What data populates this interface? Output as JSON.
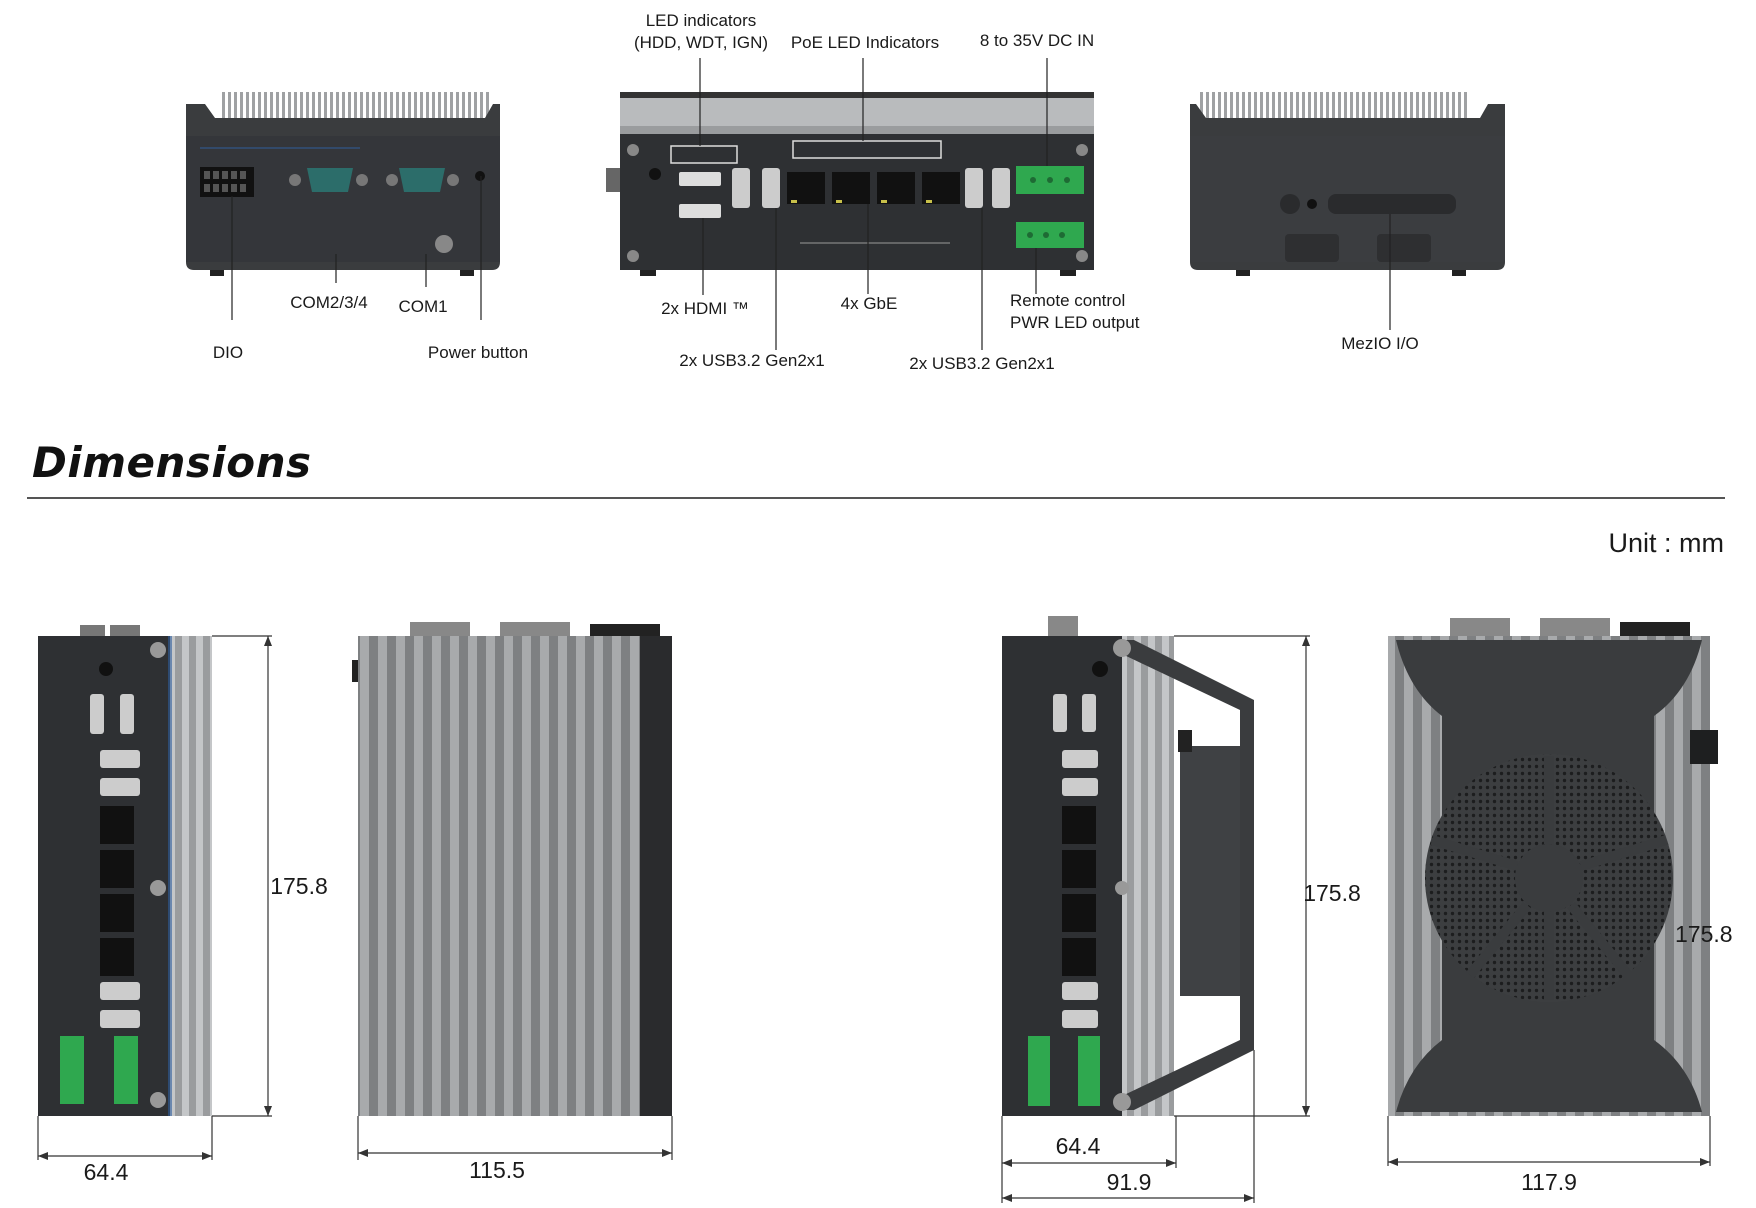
{
  "io_callouts": {
    "dio": "DIO",
    "com234": "COM2/3/4",
    "com1": "COM1",
    "power_button": "Power button",
    "led_indicators_line1": "LED indicators",
    "led_indicators_line2": "(HDD, WDT, IGN)",
    "poe_led": "PoE LED Indicators",
    "dc_in": "8 to 35V DC IN",
    "hdmi": "2x HDMI ™",
    "usb_left": "2x USB3.2 Gen2x1",
    "gbe": "4x GbE",
    "usb_right": "2x USB3.2 Gen2x1",
    "remote_line1": "Remote control",
    "remote_line2": "PWR LED output",
    "mezio": "MezIO I/O"
  },
  "section": {
    "title": "Dimensions",
    "unit": "Unit : mm"
  },
  "dimensions": {
    "front_width": "64.4",
    "front_height": "175.8",
    "side_width": "115.5",
    "fan_front_inner_width": "64.4",
    "fan_front_outer_width": "91.9",
    "fan_front_height": "175.8",
    "fan_side_height": "175.8",
    "fan_side_width": "117.9"
  },
  "colors": {
    "chassis": "#3a3c3e",
    "chassis_dark": "#2a2b2d",
    "heatsink": "#a9abad",
    "terminal_green": "#2fa84f",
    "db9_teal": "#2c6d6a",
    "accent_blue": "#2f5d9c"
  }
}
